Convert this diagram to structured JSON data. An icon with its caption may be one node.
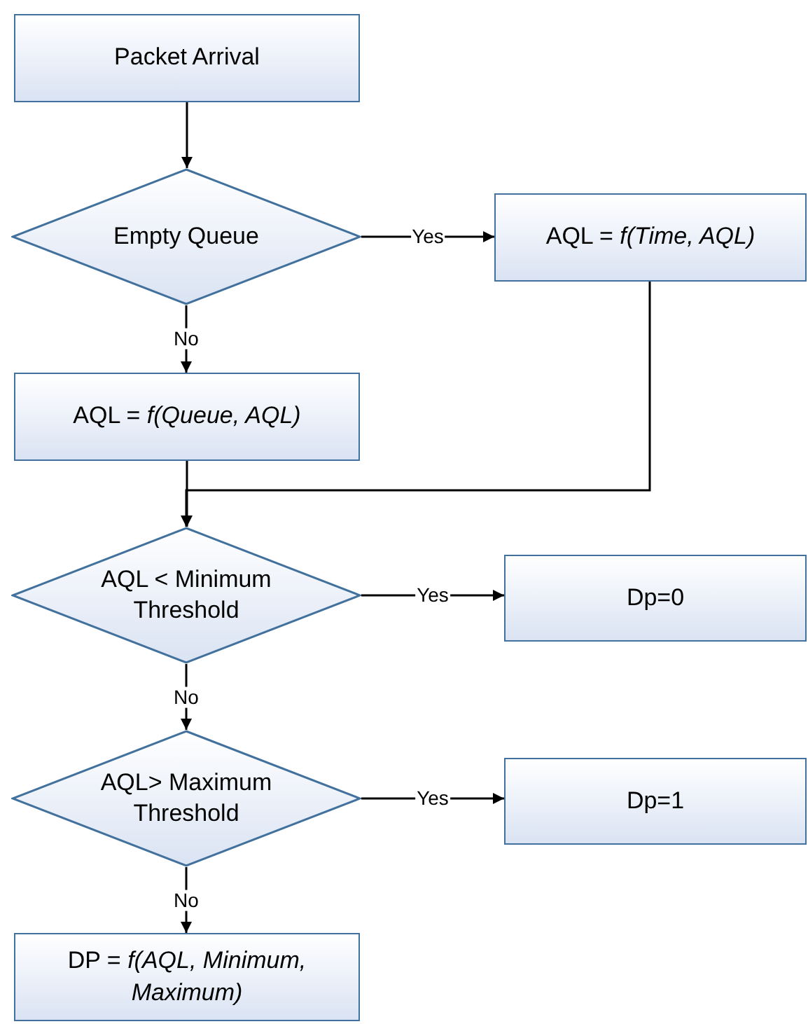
{
  "diagram": {
    "nodes": [
      {
        "text": [
          "Packet Arrival"
        ]
      },
      {
        "text": [
          "Empty Queue"
        ]
      },
      {
        "text": [
          "AQL = *f(Time, AQL)*"
        ]
      },
      {
        "text": [
          "AQL = *f(Queue, AQL)*"
        ]
      },
      {
        "text": [
          "AQL < Minimum Threshold"
        ]
      },
      {
        "text": [
          "Dp=0"
        ]
      },
      {
        "text": [
          "AQL> Maximum Threshold"
        ]
      },
      {
        "text": [
          "Dp=1"
        ]
      },
      {
        "text": [
          "DP = *f(AQL, Minimum, Maximum)*"
        ]
      }
    ],
    "edges": [
      {
        "from": 0,
        "to": 1,
        "arrow": "to"
      },
      {
        "from": 1,
        "to": 2,
        "arrow": "to",
        "label": "Yes"
      },
      {
        "from": 1,
        "to": 3,
        "arrow": "to",
        "label": "No"
      },
      {
        "from": 3,
        "to": 4,
        "arrow": "to"
      },
      {
        "from": 2,
        "to": 4,
        "arrow": "to"
      },
      {
        "from": 4,
        "to": 5,
        "arrow": "to",
        "label": "Yes"
      },
      {
        "from": 4,
        "to": 6,
        "arrow": "to",
        "label": "No"
      },
      {
        "from": 6,
        "to": 7,
        "arrow": "to",
        "label": "Yes"
      },
      {
        "from": 6,
        "to": 8,
        "arrow": "to",
        "label": "No"
      }
    ]
  }
}
